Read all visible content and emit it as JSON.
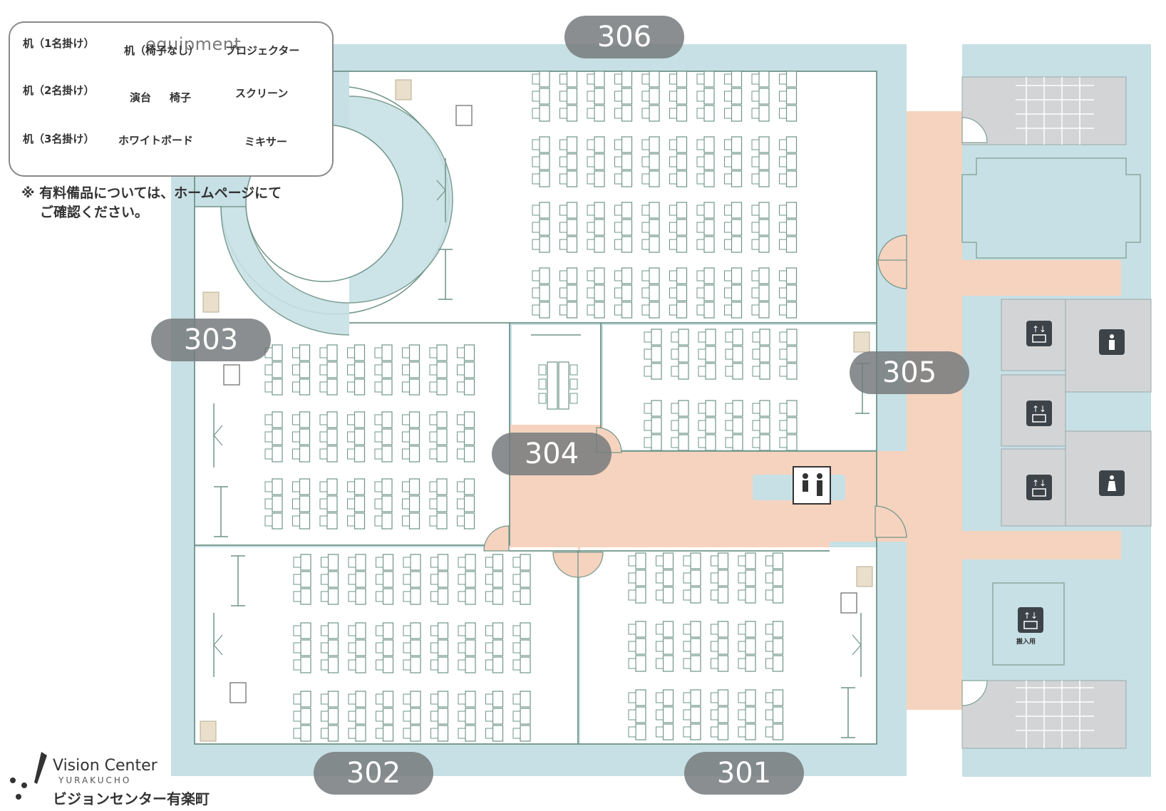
{
  "legend": {
    "title": "equipment",
    "desk1": "机（1名掛け）",
    "desk_nochair": "机（椅子なし）",
    "projector": "プロジェクター",
    "desk2": "机（2名掛け）",
    "podium": "演台",
    "chair": "椅子",
    "screen": "スクリーン",
    "desk3": "机（3名掛け）",
    "whiteboard": "ホワイトボード",
    "mixer": "ミキサー"
  },
  "note": {
    "line1": "※ 有料備品については、ホームページにて",
    "line2": "ご確認ください。"
  },
  "rooms": {
    "r306": "306",
    "r303": "303",
    "r305": "305",
    "r304": "304",
    "r302": "302",
    "r301": "301"
  },
  "elevator_freight_label": "搬入用",
  "logo": {
    "name": "Vision Center",
    "sub": "YURAKUCHO",
    "jp": "ビジョンセンター有楽町"
  },
  "colors": {
    "wall": "#c7e0e5",
    "corridor": "#f6d3bf",
    "service": "#d2d4d6",
    "line": "#6f9488",
    "label_bg": "#767a7c",
    "mixer": "#e9dfcb"
  },
  "icons": {
    "elevator": "elevator-icon",
    "restroom_male": "restroom-male-icon",
    "restroom_female": "restroom-female-icon",
    "restroom_multi": "multipurpose-restroom-icon"
  }
}
